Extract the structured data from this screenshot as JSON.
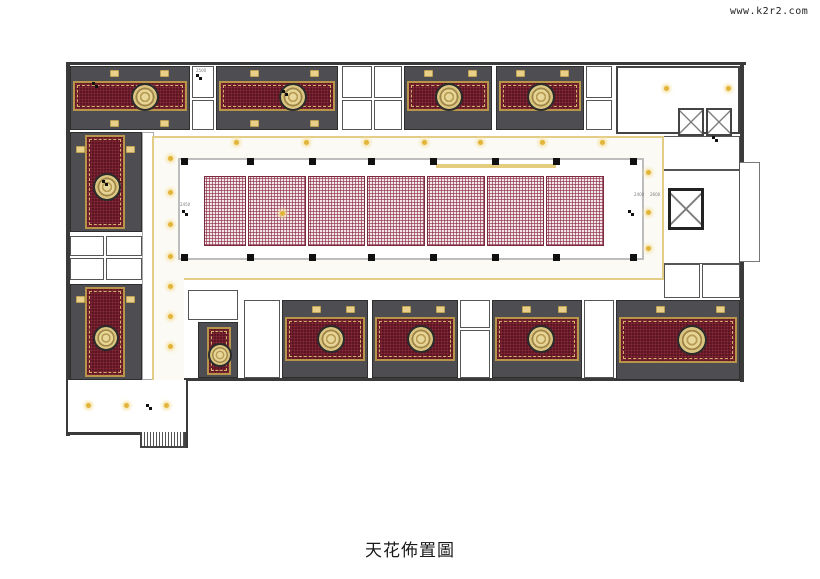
{
  "watermark": "www.k2r2.com",
  "drawing": {
    "title": "天花佈置圖",
    "type": "ceiling layout plan",
    "colors": {
      "wall": "#3a3a3a",
      "private_room_ceiling": "#4e4e52",
      "carpet_panel": "#5a1422",
      "gold_trim": "#b9954a",
      "lattice": "#8b2a45",
      "corridor_border": "#e3cd86",
      "light_glow": "#e2b53a"
    },
    "dimension_labels": [
      "2500",
      "2400",
      "2600",
      "2450"
    ],
    "private_rooms": [
      {
        "id": "room-top-1",
        "position": "top row"
      },
      {
        "id": "room-top-2",
        "position": "top row"
      },
      {
        "id": "room-top-3",
        "position": "top row"
      },
      {
        "id": "room-top-4",
        "position": "top row"
      },
      {
        "id": "room-left-1",
        "position": "left column"
      },
      {
        "id": "room-left-2",
        "position": "left column"
      },
      {
        "id": "room-bottom-small",
        "position": "bottom row"
      },
      {
        "id": "room-bottom-1",
        "position": "bottom row"
      },
      {
        "id": "room-bottom-2",
        "position": "bottom row"
      },
      {
        "id": "room-bottom-3",
        "position": "bottom row"
      },
      {
        "id": "room-bottom-4",
        "position": "bottom row"
      }
    ],
    "central_hall": {
      "lattice_panels": 7
    },
    "elevators": 3
  }
}
